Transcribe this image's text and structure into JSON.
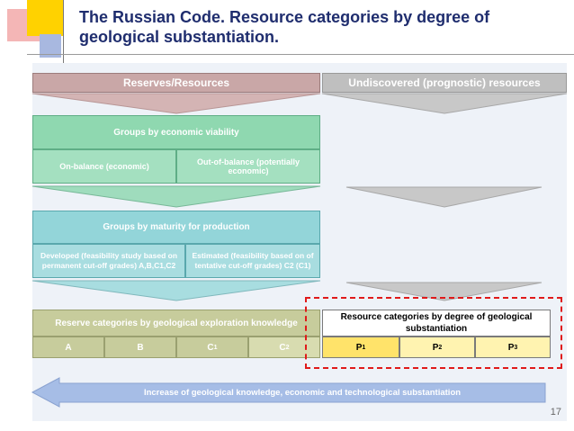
{
  "title": "The Russian Code. Resource categories by degree of geological substantiation.",
  "row1": {
    "left": "Reserves/Resources",
    "right": "Undiscovered (prognostic) resources"
  },
  "groups_economic": {
    "title": "Groups by economic viability",
    "left": "On-balance (economic)",
    "right": "Out-of-balance  (potentially economic)"
  },
  "groups_maturity": {
    "title": "Groups by maturity for production",
    "left": "Developed (feasibility study based on permanent  cut-off  grades) A,B,C1,C2",
    "right": "Estimated (feasibility based on of tentative cut-off grades) C2 (C1)"
  },
  "reserve_categories": {
    "title": "Reserve categories by geological exploration knowledge",
    "cats": [
      "A",
      "B",
      "C",
      "C"
    ],
    "subs": [
      "",
      "",
      "1",
      "2"
    ]
  },
  "resource_categories": {
    "title": "Resource categories by degree of geological substantiation",
    "cats": [
      "P",
      "P",
      "P"
    ],
    "subs": [
      "1",
      "2",
      "3"
    ]
  },
  "bottom_arrow": "Increase of geological knowledge, economic and technological substantiation",
  "page_number": "17"
}
